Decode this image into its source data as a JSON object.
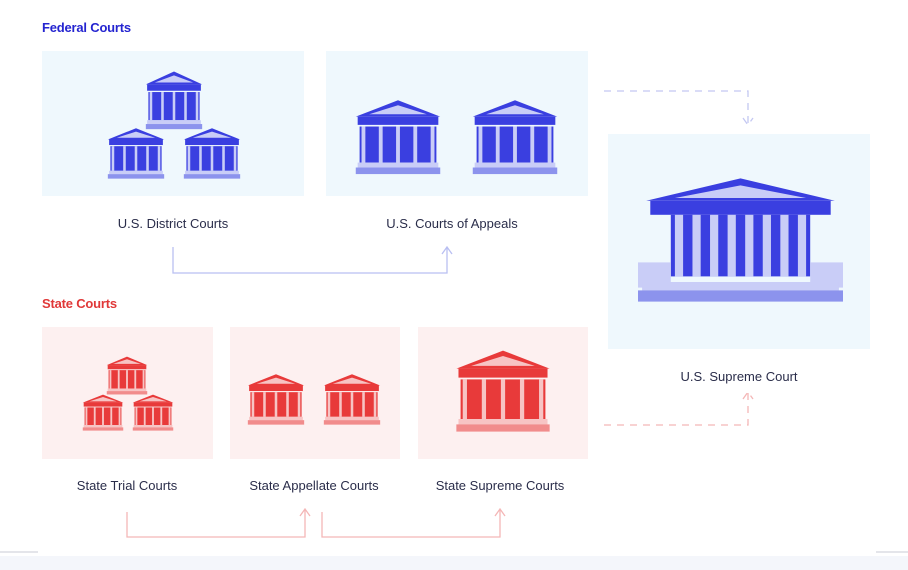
{
  "federal": {
    "title": "Federal Courts",
    "district": "U.S. District Courts",
    "appeals": "U.S. Courts of Appeals",
    "supreme": "U.S. Supreme Court"
  },
  "state": {
    "title": "State Courts",
    "trial": "State Trial Courts",
    "appellate": "State Appellate Courts",
    "supreme": "State Supreme Courts"
  },
  "colors": {
    "federal": "#3a3fe0",
    "state": "#e83a3a",
    "federal_bg": "#eff8fd",
    "state_bg": "#fdf0f0"
  }
}
